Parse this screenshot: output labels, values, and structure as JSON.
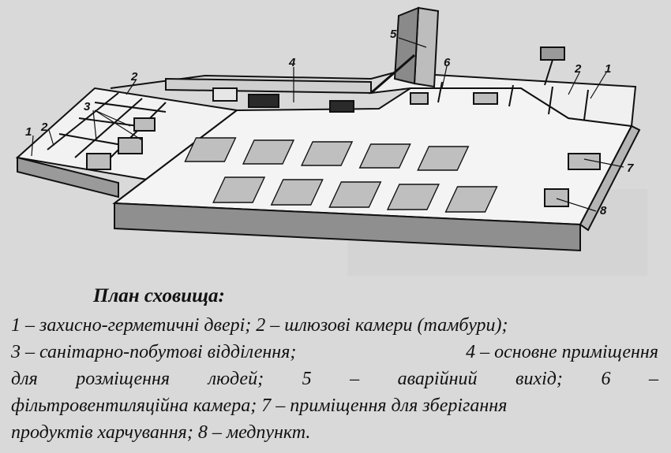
{
  "diagram": {
    "callouts": [
      "1",
      "2",
      "3",
      "4",
      "5",
      "6",
      "2",
      "1",
      "7",
      "8"
    ]
  },
  "caption": {
    "title": "План сховища:",
    "lines": [
      [
        "1 – захисно-герметичні двері; 2 – шлюзові камери (тамбури);"
      ],
      [
        "3 – санітарно-побутові відділення;",
        "4 – основне приміщення"
      ],
      [
        "для",
        "розміщення",
        "людей;",
        "5",
        "–",
        "аварійний",
        "вихід;",
        "6",
        "–"
      ],
      [
        "фільтровентиляційна камера; 7 – приміщення для зберігання"
      ],
      [
        "продуктів харчування; 8 – медпункт."
      ]
    ]
  },
  "colors": {
    "background": "#d9d9d9",
    "ink": "#111111"
  }
}
